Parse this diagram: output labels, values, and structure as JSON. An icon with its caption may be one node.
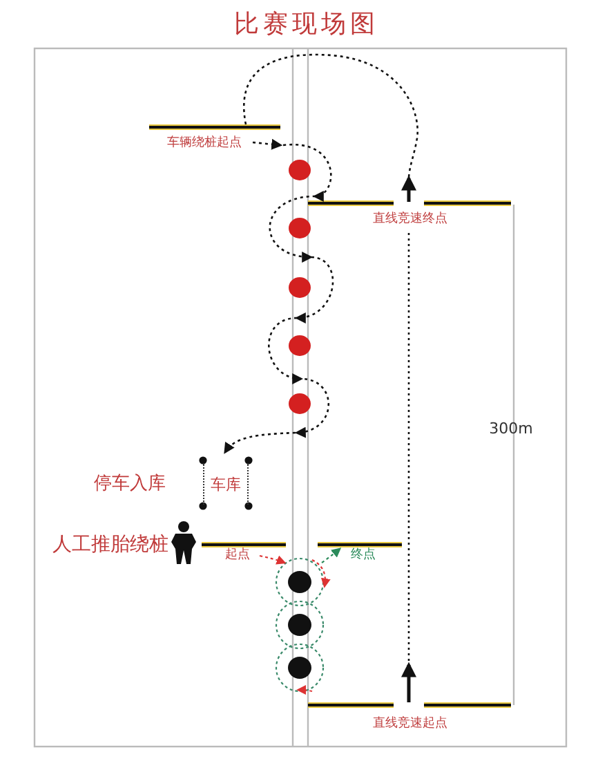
{
  "diagram": {
    "title": "比赛现场图",
    "nodes": [
      {
        "text": [
          "车库"
        ]
      }
    ],
    "labels": [
      "车辆绕桩起点",
      "直线竞速终点",
      "300m",
      "停车入库",
      "人工推胎绕桩",
      "起点",
      "终点",
      "直线竞速起点"
    ]
  }
}
